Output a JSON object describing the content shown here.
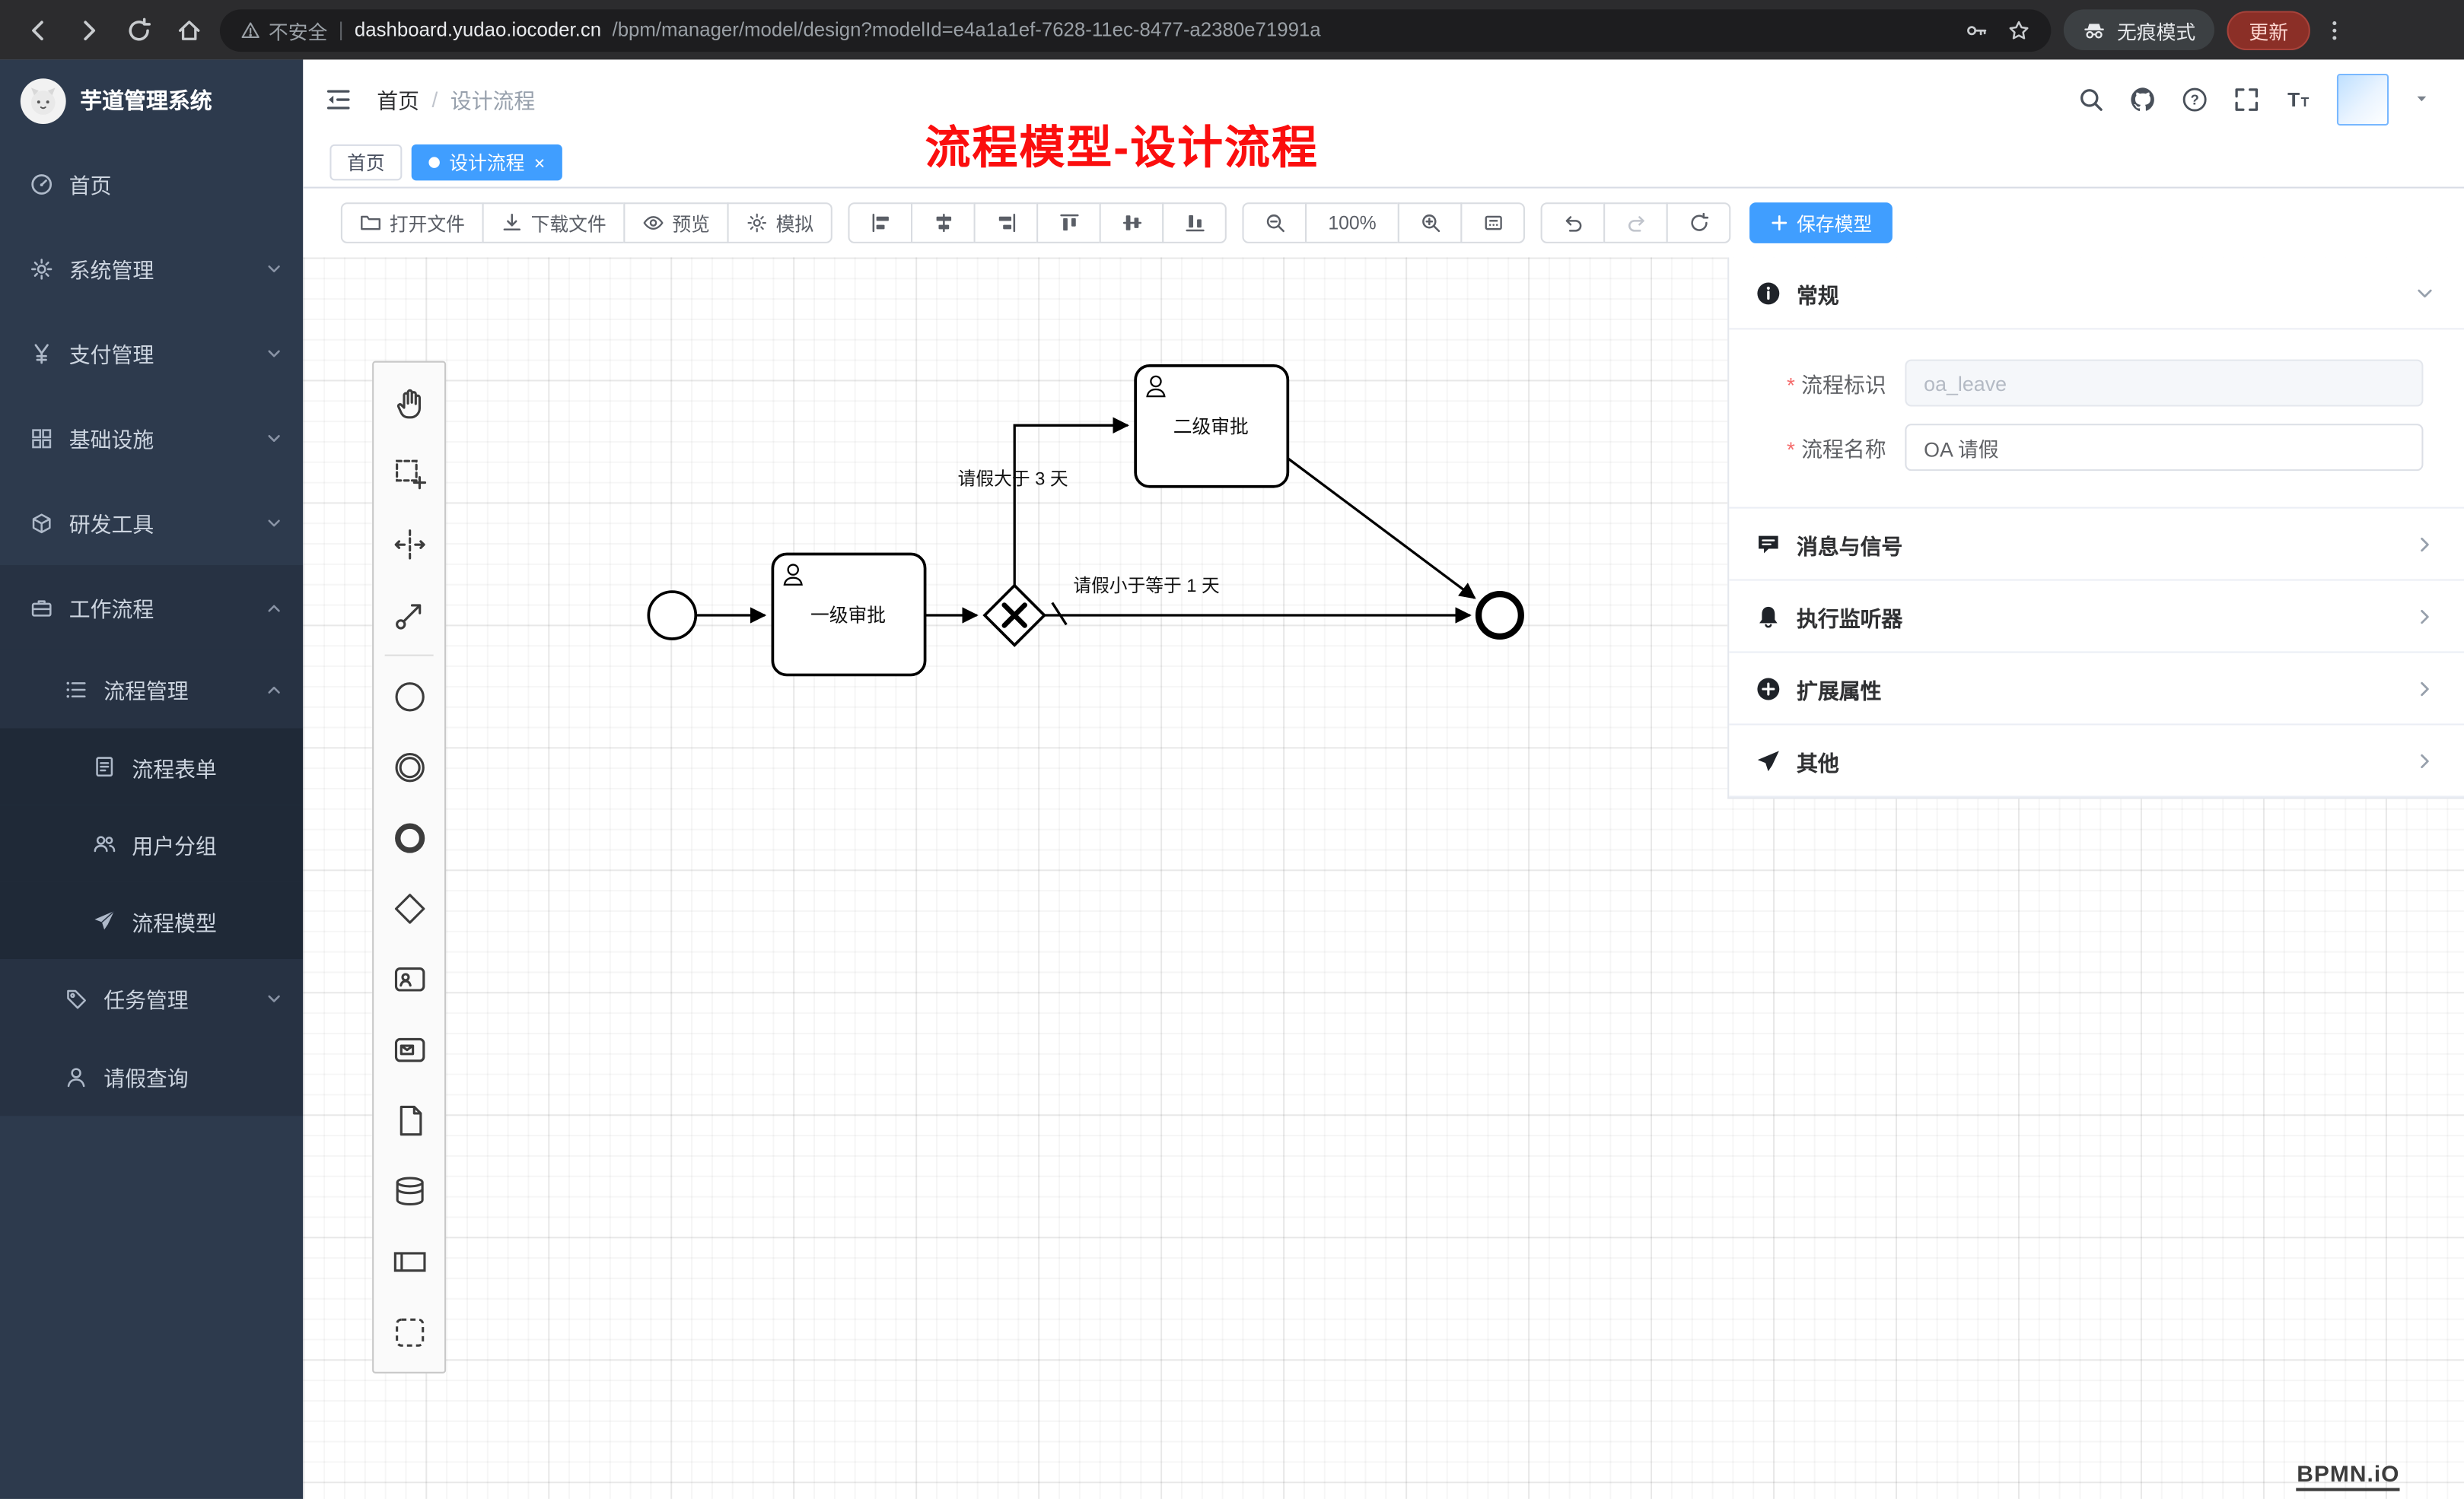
{
  "browser": {
    "warning_label": "不安全",
    "url_domain": "dashboard.yudao.iocoder.cn",
    "url_path": "/bpm/manager/model/design?modelId=e4a1a1ef-7628-11ec-8477-a2380e71991a",
    "incognito_label": "无痕模式",
    "update_label": "更新"
  },
  "sidebar": {
    "app_title": "芋道管理系统",
    "items": [
      {
        "label": "首页"
      },
      {
        "label": "系统管理"
      },
      {
        "label": "支付管理"
      },
      {
        "label": "基础设施"
      },
      {
        "label": "研发工具"
      },
      {
        "label": "工作流程"
      },
      {
        "label": "流程管理"
      },
      {
        "label": "流程表单"
      },
      {
        "label": "用户分组"
      },
      {
        "label": "流程模型"
      },
      {
        "label": "任务管理"
      },
      {
        "label": "请假查询"
      }
    ]
  },
  "header": {
    "breadcrumb_home": "首页",
    "breadcrumb_sep": "/",
    "breadcrumb_current": "设计流程",
    "annotation": "流程模型-设计流程"
  },
  "tabs": {
    "home": "首页",
    "current": "设计流程"
  },
  "toolbar": {
    "open": "打开文件",
    "download": "下载文件",
    "preview": "预览",
    "simulate": "模拟",
    "zoom_level": "100%",
    "save": "保存模型"
  },
  "diagram": {
    "task1_label": "一级审批",
    "task2_label": "二级审批",
    "condition_gt": "请假大于 3 天",
    "condition_lte": "请假小于等于 1 天"
  },
  "panel": {
    "general_title": "常规",
    "field_key_label": "流程标识",
    "field_key_value": "oa_leave",
    "field_name_label": "流程名称",
    "field_name_value": "OA 请假",
    "sections": [
      "消息与信号",
      "执行监听器",
      "扩展属性",
      "其他"
    ]
  },
  "canvas": {
    "logo": "BPMN.iO"
  }
}
